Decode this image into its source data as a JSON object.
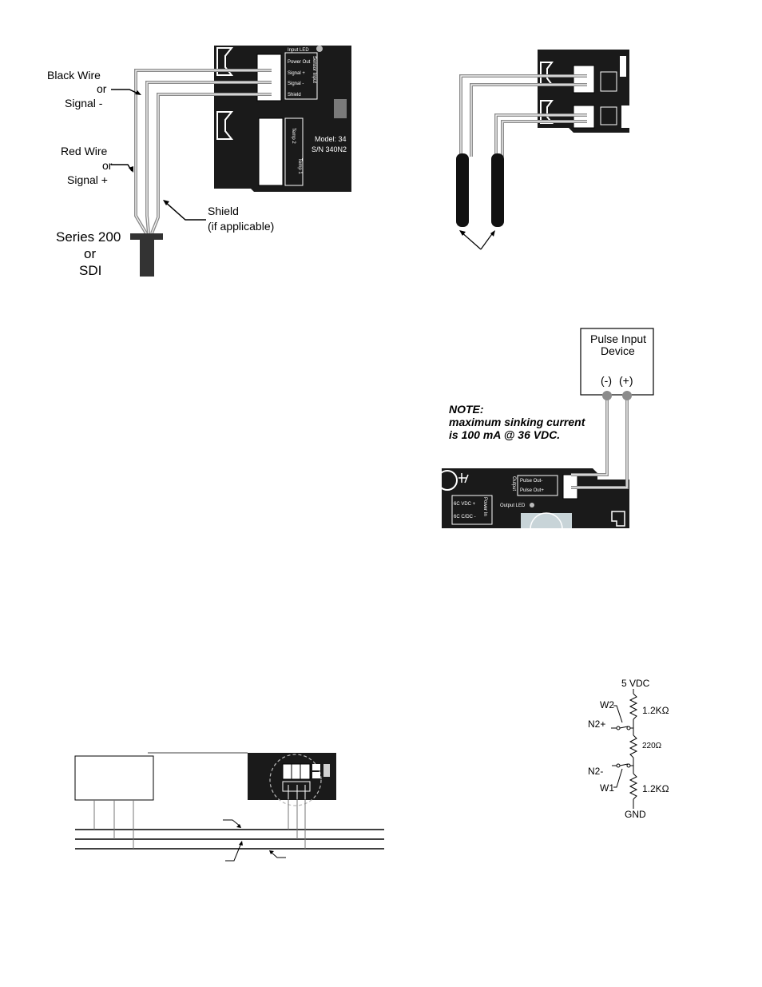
{
  "diagram1": {
    "black_wire_line1": "Black Wire",
    "black_wire_line2": "or",
    "black_wire_line3": "Signal -",
    "red_wire_line1": "Red Wire",
    "red_wire_line2": "or",
    "red_wire_line3": "Signal +",
    "shield_line1": "Shield",
    "shield_line2": "(if applicable)",
    "sensor_line1": "Series 200",
    "sensor_line2": "or",
    "sensor_line3": "SDI",
    "panel": {
      "input_led": "Input LED",
      "terminals": [
        "Power Out",
        "Signal +",
        "Signal -",
        "Shield"
      ],
      "sensor_input": "Sensor Input",
      "temp2": "Temp 2",
      "temp1": "Temp 1",
      "model": "Model: 34",
      "serial": "S/N 340N2"
    }
  },
  "diagram2": {},
  "diagram3": {
    "device_line1": "Pulse Input",
    "device_line2": "Device",
    "neg": "(-)",
    "pos": "(+)",
    "note_line1": "NOTE:",
    "note_line2": "maximum sinking current",
    "note_line3": "is 100 mA @ 36 VDC.",
    "panel": {
      "pulse_out_neg": "Pulse Out-",
      "pulse_out_pos": "Pulse Out+",
      "output": "Output",
      "vdc_pos": "6C VDC +",
      "vdc_neg": "6C C/DC -",
      "power_in": "Power In",
      "output_led": "Output LED"
    }
  },
  "diagram4": {
    "vdc": "5 VDC",
    "r_top": "1.2KΩ",
    "r_mid": "220Ω",
    "r_bot": "1.2KΩ",
    "w2": "W2",
    "n2p": "N2+",
    "n2m": "N2-",
    "w1": "W1",
    "gnd": "GND"
  },
  "colors": {
    "panel": "#1a1a1a",
    "wire": "#8c8c8c",
    "probe": "#111111"
  }
}
